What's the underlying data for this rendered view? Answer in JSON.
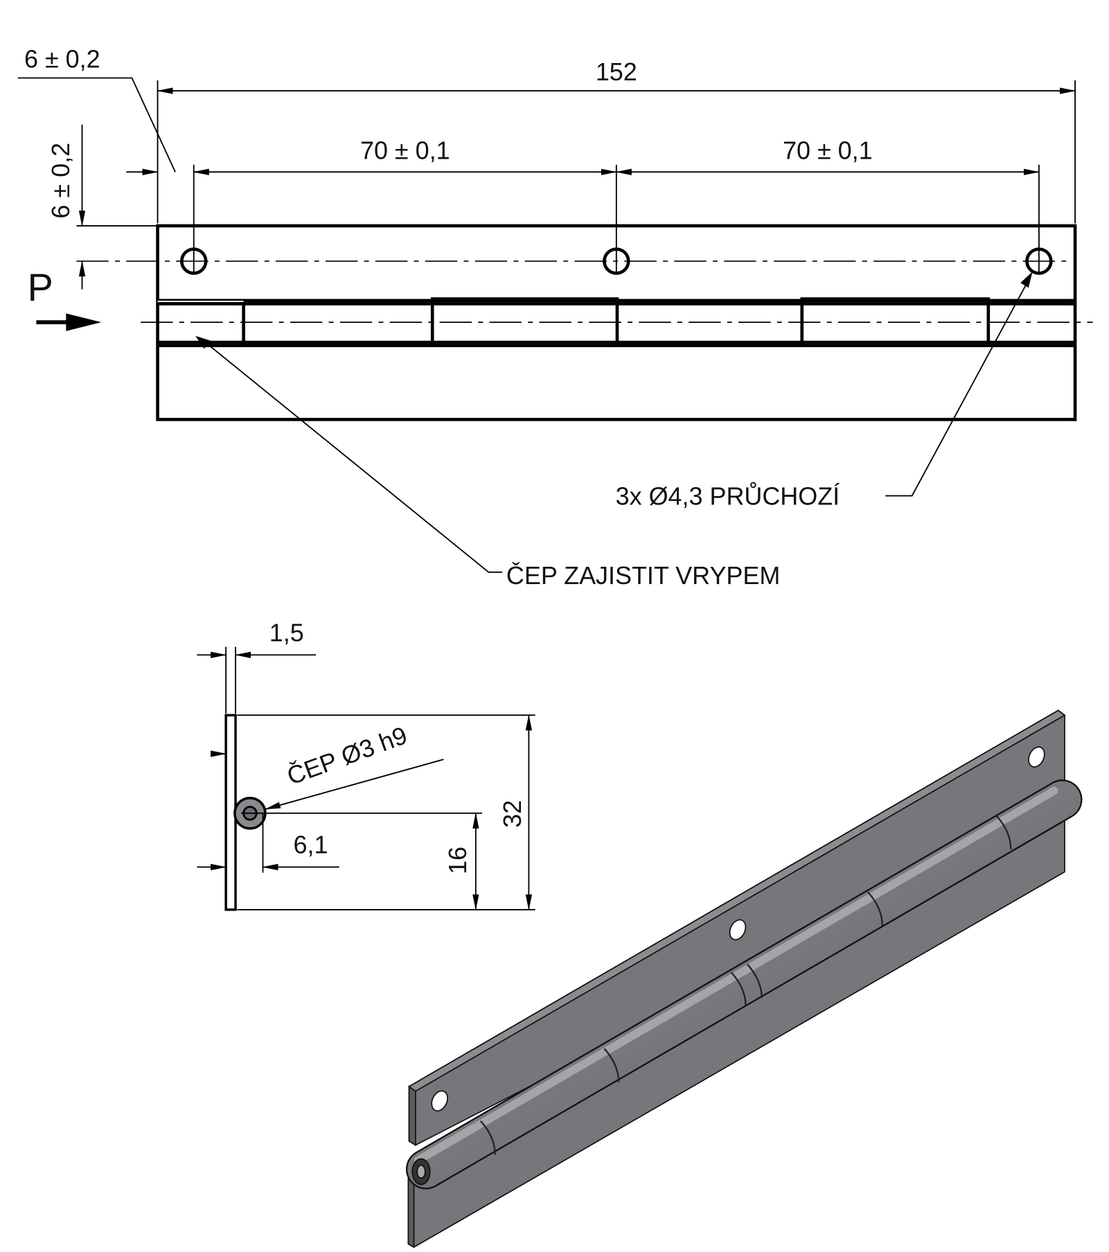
{
  "top_view": {
    "dim_total": "152",
    "dim_edge_horizontal": "6 ± 0,2",
    "dim_edge_vertical": "6 ± 0,2",
    "dim_pitch_1": "70 ± 0,1",
    "dim_pitch_2": "70 ± 0,1",
    "view_label": "P",
    "note_holes": "3x Ø4,3 PRŮCHOZÍ",
    "note_pin": "ČEP ZAJISTIT VRYPEM"
  },
  "side_view": {
    "dim_thickness": "1,5",
    "dim_height": "32",
    "dim_pin_height": "16",
    "dim_pin_offset": "6,1",
    "note_pin": "ČEP Ø3 h9"
  },
  "colors": {
    "plate": "#858488",
    "knuckle": "#6e6d72",
    "iso": "#77767b"
  }
}
